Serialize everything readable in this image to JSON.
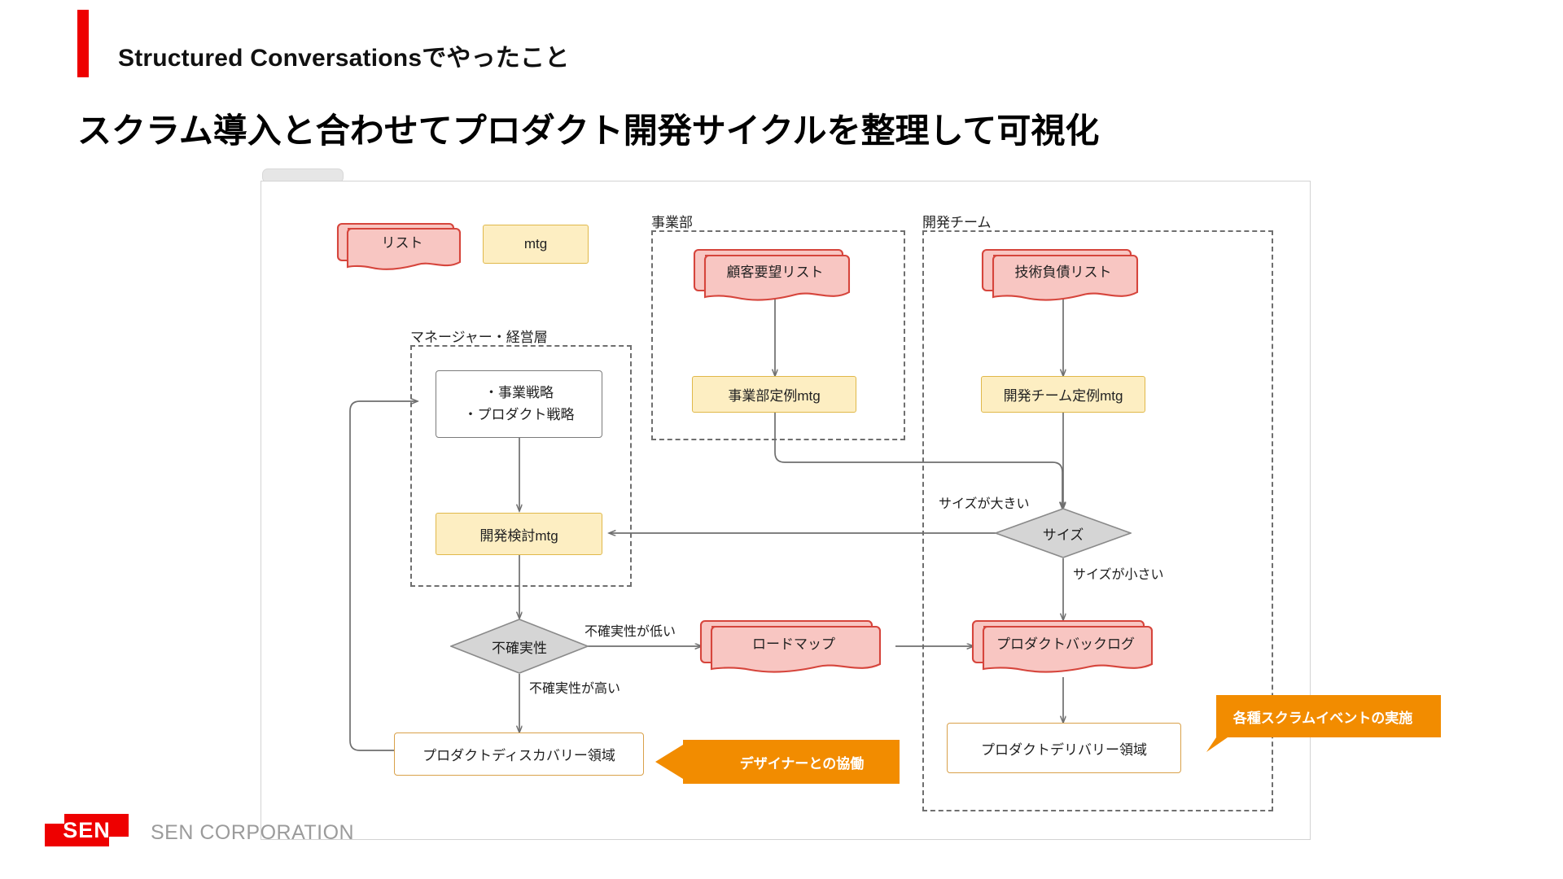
{
  "header": {
    "eyebrow": "Structured Conversationsでやったこと",
    "headline": "スクラム導入と合わせてプロダクト開発サイクルを整理して可視化",
    "accent_color": "#ee0000"
  },
  "footer": {
    "logo_mark": "SEN",
    "logo_text": "SEN CORPORATION"
  },
  "colors": {
    "list_fill": "#f8c6c2",
    "list_stroke": "#d6453c",
    "mtg_fill": "#fdeec2",
    "mtg_stroke": "#e0b84a",
    "diamond_fill": "#d5d5d5",
    "diamond_stroke": "#8a8a8a",
    "area_stroke": "#d9a14a",
    "callout_fill": "#f28c00",
    "edge_stroke": "#6f6f6f"
  },
  "legend": {
    "list_label": "リスト",
    "mtg_label": "mtg"
  },
  "groups": [
    {
      "id": "manager",
      "label": "マネージャー・経営層"
    },
    {
      "id": "business",
      "label": "事業部"
    },
    {
      "id": "devteam",
      "label": "開発チーム"
    }
  ],
  "nodes": {
    "strategy": "・事業戦略\n・プロダクト戦略",
    "dev_review_mtg": "開発検討mtg",
    "customer_list": "顧客要望リスト",
    "business_mtg": "事業部定例mtg",
    "tech_debt_list": "技術負債リスト",
    "devteam_mtg": "開発チーム定例mtg",
    "size_decision": "サイズ",
    "uncertainty": "不確実性",
    "roadmap": "ロードマップ",
    "product_backlog": "プロダクトバックログ",
    "discovery_area": "プロダクトディスカバリー領域",
    "delivery_area": "プロダクトデリバリー領域"
  },
  "edge_labels": {
    "size_large": "サイズが大きい",
    "size_small": "サイズが小さい",
    "uncertainty_low": "不確実性が低い",
    "uncertainty_high": "不確実性が高い"
  },
  "callouts": {
    "designer": "デザイナーとの協働",
    "scrum_events": "各種スクラムイベントの実施"
  }
}
